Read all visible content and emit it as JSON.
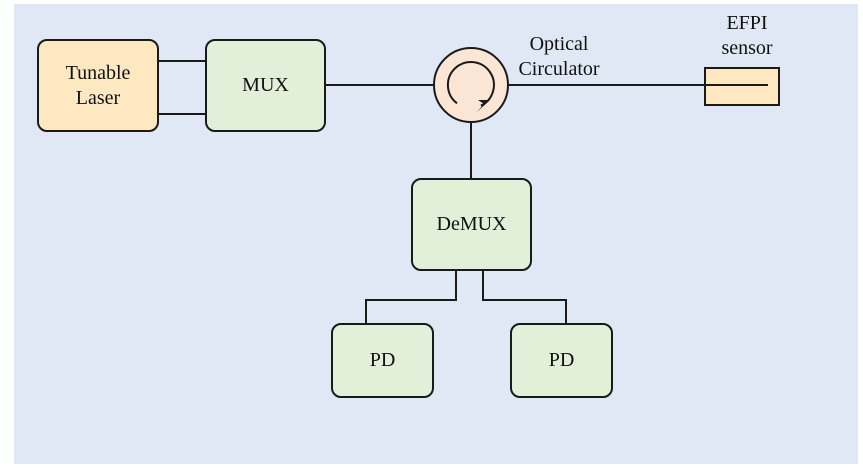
{
  "colors": {
    "background": "#dfe8f4",
    "laser_fill": "#fde8c2",
    "module_fill": "#e2efd9",
    "circulator_fill": "#fbe6d6",
    "sensor_fill": "#fde8c2",
    "line": "#1a1a1a"
  },
  "nodes": {
    "laser": "Tunable\nLaser",
    "mux": "MUX",
    "circulator": "Optical\nCirculator",
    "sensor": "EFPI\nsensor",
    "demux": "DeMUX",
    "pd_left": "PD",
    "pd_right": "PD"
  }
}
